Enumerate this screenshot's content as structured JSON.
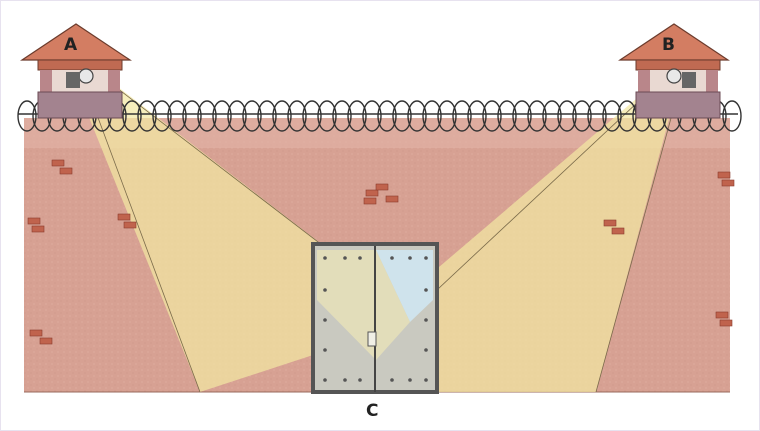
{
  "labels": {
    "tower_left": "A",
    "tower_right": "B",
    "gate": "C"
  },
  "icons": [
    "guard-tower-icon",
    "searchlight-icon",
    "barbed-wire-icon",
    "gate-icon",
    "brick-icon"
  ],
  "colors": {
    "wall": "#d7a193",
    "wall_upper": "#e4b9ad",
    "light_beam": "#f2e7a2",
    "roof": "#d37d62",
    "gate_frame": "#555555",
    "gate_panel": "#c9c9c0",
    "gate_glass": "#cfe3ec",
    "brick": "#c0634d",
    "wire": "#333333"
  }
}
